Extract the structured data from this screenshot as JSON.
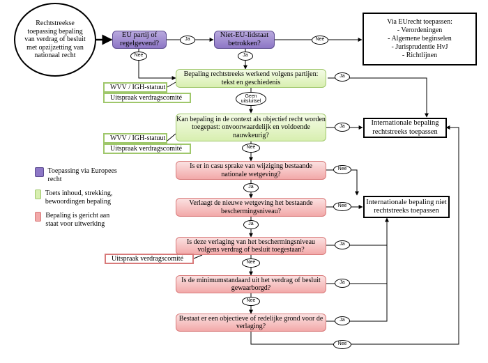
{
  "start_text": "Rechtstreekse toepassing bepaling van verdrag of besluit met opzijzetting van nationaal recht",
  "eu_question": "EU partij of regelgevend?",
  "non_eu_question": "Niet-EU-lidstaat betrokken?",
  "eu_box": {
    "title": "Via EUrecht toepassen:",
    "items": [
      "-    Verordeningen",
      "-    Algemene beginselen",
      "-    Jurisprudentie HvJ",
      "-    Richtlijnen"
    ]
  },
  "q1": "Bepaling rechtstreeks werkend volgens partijen: tekst en geschiedenis",
  "q2": "Kan bepaling in de context als objectief recht worden toegepast: onvoorwaardelijk en voldoende nauwkeurig?",
  "q3": "Is er in casu sprake van wijziging bestaande nationale wetgeving?",
  "q4": "Verlaagt de nieuwe wetgeving het bestaande beschermingsniveau?",
  "q5": "Is deze verlaging van het beschermingsniveau volgens verdrag of besluit toegestaan?",
  "q6": "Is de minimumstandaard uit het verdrag of besluit gewaarborgd?",
  "q7": "Bestaat er een objectieve of redelijke grond voor de verlaging?",
  "side_wvv_1": "WVV / IGH-statuut",
  "side_comite_1": "Uitspraak verdragscomité",
  "side_wvv_2": "WVV / IGH-statuut",
  "side_comite_2": "Uitspraak verdragscomité",
  "side_comite_3": "Uitspraak verdragscomité",
  "result_direct": "Internationale bepaling rechtstreeks toepassen",
  "result_indirect": "Internationale bepaling niet rechtstreeks toepassen",
  "labels": {
    "ja_eu": "Ja",
    "nee_eu": "Nee",
    "nee_noneu": "Nee",
    "ja_noneu": "Ja",
    "ja_q1": "Ja",
    "geen_uitsluitsel": "Geen uitsluitsel",
    "ja_q2": "Ja",
    "nee_q2": "Nee",
    "nee_q3": "Nee",
    "ja_q3": "Ja",
    "nee_q4": "Nee",
    "ja_q4": "Ja",
    "ja_q5": "Ja",
    "nee_q5": "Nee",
    "ja_q6": "Ja",
    "nee_q6": "Nee",
    "ja_q7": "Ja",
    "nee_q7": "Nee"
  },
  "legend": [
    {
      "color": "#8d77c6",
      "text": "Toepassing via Europees recht"
    },
    {
      "color": "#d8efb0",
      "text": "Toets inhoud, strekking, bewoordingen bepaling"
    },
    {
      "color": "#f2a9a9",
      "text": "Bepaling is gericht aan staat voor uitwerking"
    }
  ]
}
